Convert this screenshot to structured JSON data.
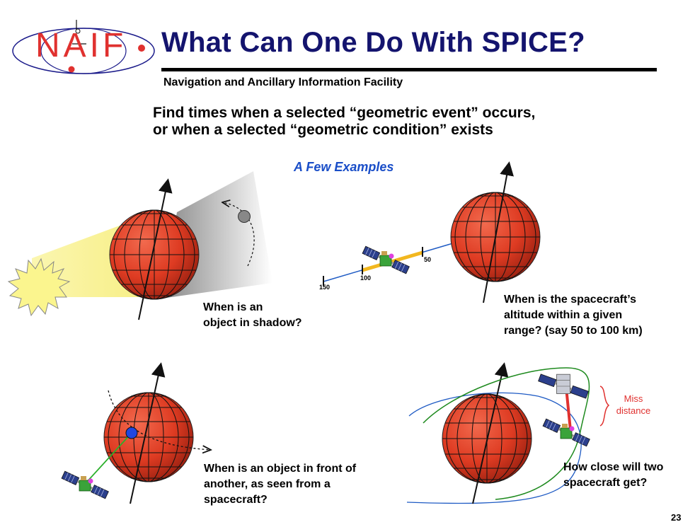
{
  "logo": {
    "text": "NAIF"
  },
  "header": {
    "title": "What Can One Do With SPICE?",
    "subtitle": "Navigation and Ancillary Information Facility"
  },
  "intro": {
    "line1": "Find times when a selected “geometric event” occurs,",
    "line2": "or when a selected “geometric condition” exists"
  },
  "examples_heading": "A Few Examples",
  "examples": {
    "shadow": {
      "line1": "When is an",
      "line2": "object in shadow?"
    },
    "altitude": {
      "line1": "When is the spacecraft’s",
      "line2": "altitude within a given",
      "line3": "range?  (say 50 to 100 km)",
      "ticks": [
        "150",
        "100",
        "50"
      ]
    },
    "front": {
      "line1": "When is an object in front of",
      "line2": "another, as seen from a",
      "line3": "spacecraft?"
    },
    "close": {
      "line1": "How close will two",
      "line2": "spacecraft get?",
      "miss_line1": "Miss",
      "miss_line2": "distance"
    }
  },
  "page_number": "23",
  "colors": {
    "title": "#14146e",
    "examples_heading": "#1a4ec8",
    "planet": "#e23b22",
    "miss_label": "#e0312f",
    "orbit_green": "#1e8a1e",
    "orbit_blue": "#1f5bc4"
  }
}
